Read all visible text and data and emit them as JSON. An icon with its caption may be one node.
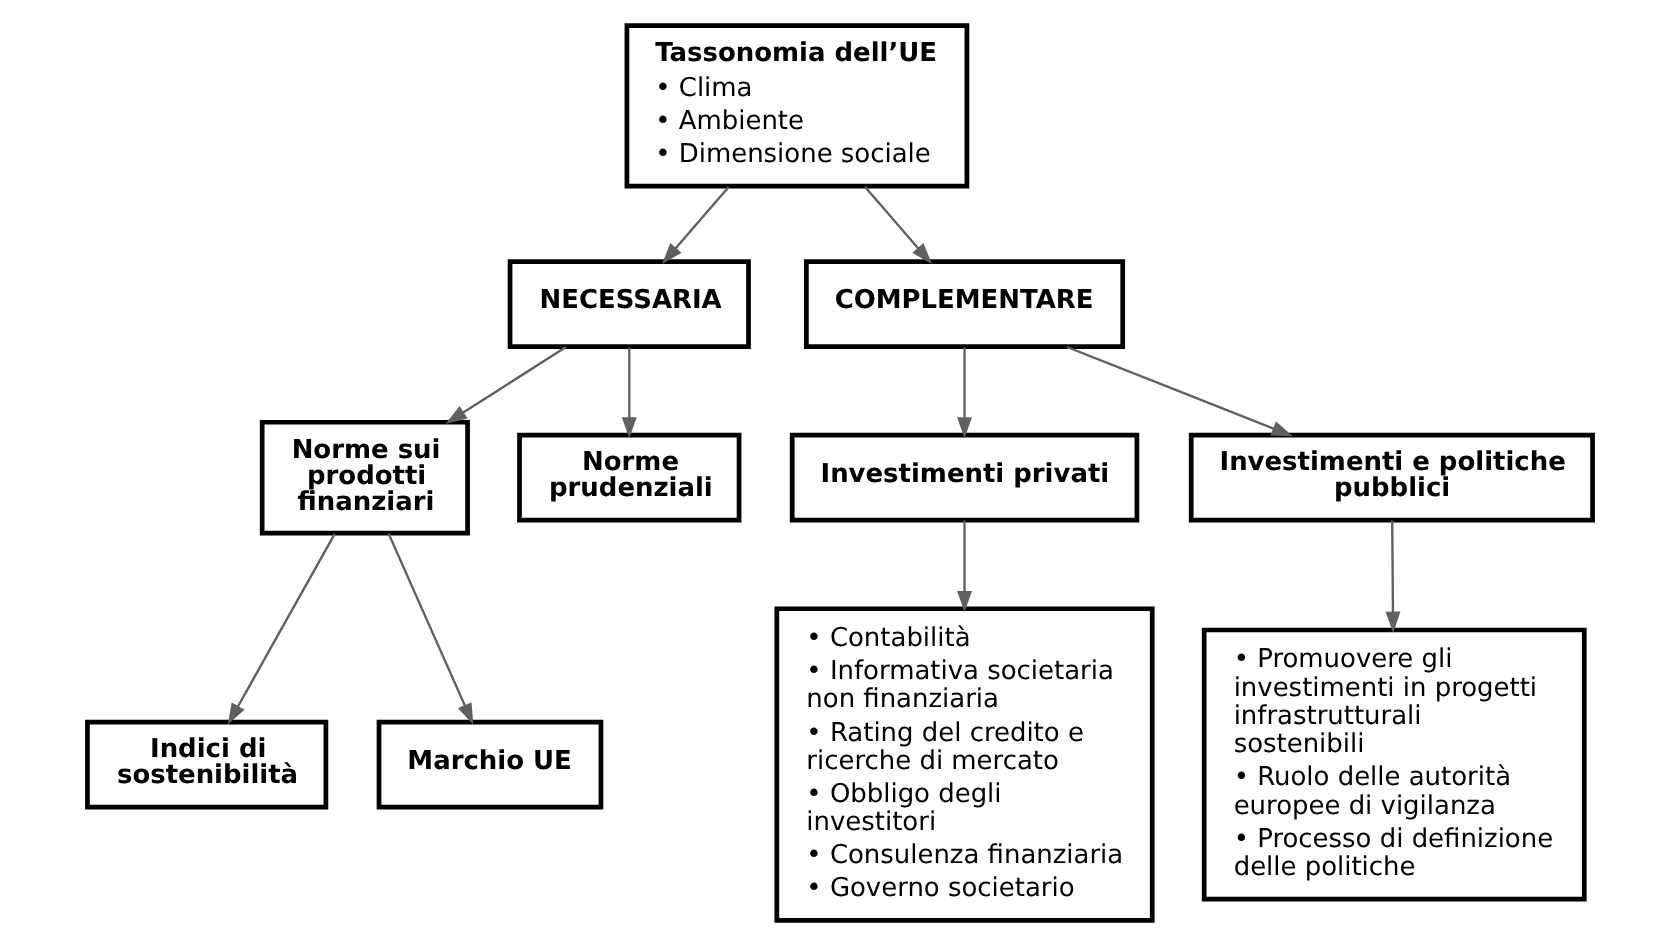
{
  "diagram": {
    "nodes": [
      {
        "text": [
          "Tassonomia dell’UE",
          "• Clima",
          "• Ambiente",
          "• Dimensione sociale"
        ]
      },
      {
        "text": [
          "NECESSARIA"
        ]
      },
      {
        "text": [
          "COMPLEMENTARE"
        ]
      },
      {
        "text": [
          "Norme sui prodotti finanziari"
        ]
      },
      {
        "text": [
          "Norme prudenziali"
        ]
      },
      {
        "text": [
          "Indici di sostenibilità"
        ]
      },
      {
        "text": [
          "Marchio UE"
        ]
      },
      {
        "text": [
          "Investimenti privati"
        ]
      },
      {
        "text": [
          "Investimenti e politiche pubblici"
        ]
      },
      {
        "text": [
          "• Contabilità",
          "• Informativa societaria non finanziaria",
          "• Rating del credito e ricerche di mercato",
          "• Obbligo degli investitori",
          "• Consulenza finanziaria",
          "• Governo societario"
        ]
      },
      {
        "text": [
          "• Promuovere gli investimenti in progetti infrastrutturali sostenibili",
          "• Ruolo delle autorità europee di vigilanza",
          "• Processo di definizione delle politiche"
        ]
      }
    ],
    "edges": [
      {
        "from": 0,
        "to": 1,
        "arrow": "to"
      },
      {
        "from": 0,
        "to": 2,
        "arrow": "to"
      },
      {
        "from": 1,
        "to": 3,
        "arrow": "to"
      },
      {
        "from": 1,
        "to": 4,
        "arrow": "to"
      },
      {
        "from": 3,
        "to": 5,
        "arrow": "to"
      },
      {
        "from": 3,
        "to": 6,
        "arrow": "to"
      },
      {
        "from": 2,
        "to": 7,
        "arrow": "to"
      },
      {
        "from": 2,
        "to": 8,
        "arrow": "to"
      },
      {
        "from": 7,
        "to": 9,
        "arrow": "to"
      },
      {
        "from": 8,
        "to": 10,
        "arrow": "to"
      }
    ]
  }
}
